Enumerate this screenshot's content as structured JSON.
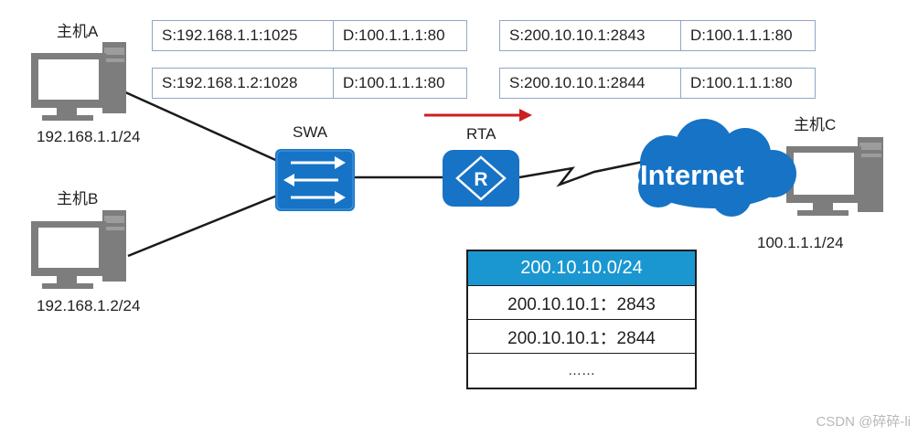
{
  "hosts": {
    "a": {
      "name": "主机A",
      "ip": "192.168.1.1/24"
    },
    "b": {
      "name": "主机B",
      "ip": "192.168.1.2/24"
    },
    "c": {
      "name": "主机C",
      "ip": "100.1.1.1/24"
    }
  },
  "devices": {
    "switch": "SWA",
    "router": "RTA",
    "internet": "Internet"
  },
  "headers": {
    "inside": [
      {
        "src": "S:192.168.1.1:1025",
        "dst": "D:100.1.1.1:80"
      },
      {
        "src": "S:192.168.1.2:1028",
        "dst": "D:100.1.1.1:80"
      }
    ],
    "outside": [
      {
        "src": "S:200.10.10.1:2843",
        "dst": "D:100.1.1.1:80"
      },
      {
        "src": "S:200.10.10.1:2844",
        "dst": "D:100.1.1.1:80"
      }
    ]
  },
  "nat_table": {
    "title": "200.10.10.0/24",
    "rows": [
      "200.10.10.1：2843",
      "200.10.10.1：2844",
      "……"
    ]
  },
  "colors": {
    "device_blue": "#1673c6",
    "table_head": "#1a97d1",
    "arrow_red": "#cc1f1f",
    "header_border": "#8fa7c6"
  },
  "watermark": "CSDN @碎碎-li"
}
